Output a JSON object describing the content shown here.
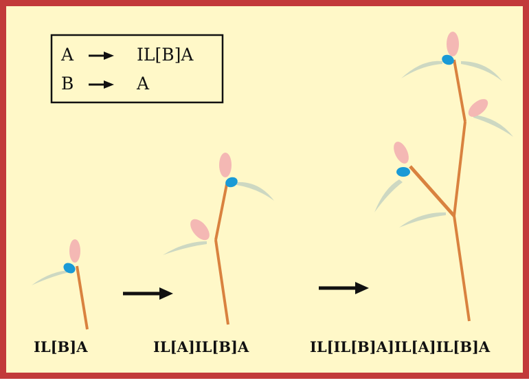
{
  "rules": [
    {
      "lhs": "A",
      "rhs": "IL[B]A"
    },
    {
      "lhs": "B",
      "rhs": "A"
    }
  ],
  "stages": [
    {
      "caption": "IL[B]A"
    },
    {
      "caption": "IL[A]IL[B]A"
    },
    {
      "caption": "IL[IL[B]A]IL[A]IL[B]A"
    }
  ],
  "colors": {
    "background": "#fff8c8",
    "border": "#c23a3a",
    "stem": "#d9823f",
    "leaf": "#cdd8c2",
    "bud": "#1a9ad6",
    "flower": "#f4b8b4"
  }
}
